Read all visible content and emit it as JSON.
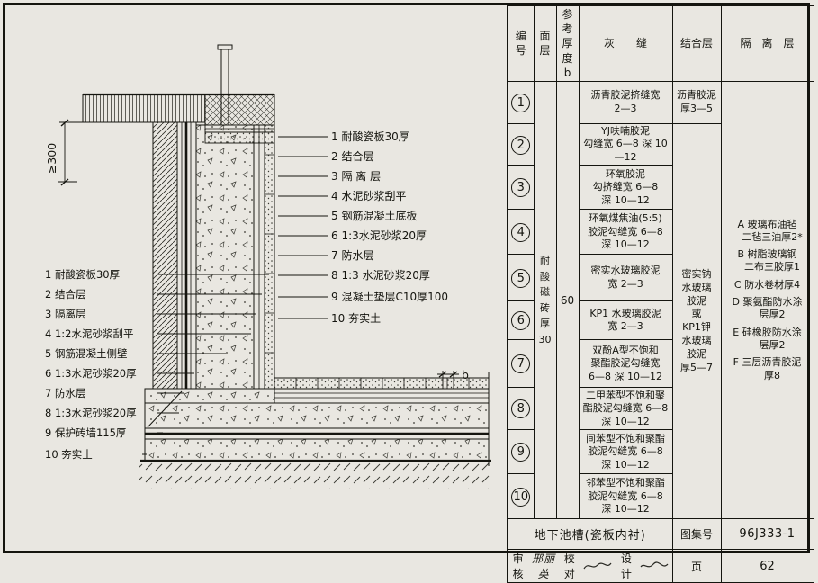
{
  "drawing": {
    "dim_min300": "≥300",
    "dim_b": "b",
    "right_labels": [
      "1 耐酸瓷板30厚",
      "2 结合层",
      "3 隔 离 层",
      "4 水泥砂浆刮平",
      "5 钢筋混凝土底板",
      "6 1:3水泥砂浆20厚",
      "7 防水层",
      "8 1:3 水泥砂浆20厚",
      "9 混凝土垫层C10厚100",
      "10 夯实土"
    ],
    "left_labels": [
      "1 耐酸瓷板30厚",
      "2 结合层",
      "3 隔离层",
      "4 1:2水泥砂浆刮平",
      "5 钢筋混凝土侧壁",
      "6 1:3水泥砂浆20厚",
      "7 防水层",
      "8 1:3水泥砂浆20厚",
      "9 保护砖墙115厚",
      "10 夯实土"
    ]
  },
  "table": {
    "headers": {
      "no": "编\n号",
      "surface": "面\n层",
      "thickness": "参考\n厚度\nb",
      "joint": "灰　　缝",
      "bonding": "结合层",
      "isolation": "隔　离　层"
    },
    "surface_value": "耐酸\n磁砖\n厚30",
    "thickness_value": "60",
    "bonding_row1": "沥青胶泥\n厚3—5",
    "bonding_merged": "密实钠\n水玻璃\n胶泥\n或\nKP1钾\n水玻璃\n胶泥\n厚5—7",
    "rows": [
      {
        "no": "1",
        "joint": "沥青胶泥挤缝宽\n2—3"
      },
      {
        "no": "2",
        "joint": "YJ呋喃胶泥\n勾缝宽 6—8 深 10\n—12"
      },
      {
        "no": "3",
        "joint": "环氧胶泥\n勾挤缝宽 6—8\n深 10—12"
      },
      {
        "no": "4",
        "joint": "环氧煤焦油(5:5)\n胶泥勾缝宽 6—8\n深 10—12"
      },
      {
        "no": "5",
        "joint": "密实水玻璃胶泥\n宽 2—3"
      },
      {
        "no": "6",
        "joint": "KP1 水玻璃胶泥\n宽 2—3"
      },
      {
        "no": "7",
        "joint": "双酚A型不饱和\n聚酯胶泥勾缝宽\n6—8 深 10—12"
      },
      {
        "no": "8",
        "joint": "二甲苯型不饱和聚\n酯胶泥勾缝宽 6—8\n深 10—12"
      },
      {
        "no": "9",
        "joint": "间苯型不饱和聚酯\n胶泥勾缝宽 6—8\n深 10—12"
      },
      {
        "no": "10",
        "joint": "邻苯型不饱和聚酯\n胶泥勾缝宽 6—8\n深 10—12"
      }
    ],
    "isolation_items": [
      "A 玻璃布油毡\n　二毡三油厚2*",
      "B 树脂玻璃钢\n　二布三胶厚1",
      "C 防水卷材厚4",
      "D 聚氨酯防水涂\n　层厚2",
      "E 硅橡胶防水涂\n　层厚2",
      "F 三层沥青胶泥\n　厚8"
    ]
  },
  "footer": {
    "title": "地下池槽(瓷板内衬)",
    "atlas_label": "图集号",
    "atlas_no": "96J333-1",
    "page_label": "页",
    "page_no": "62",
    "sig_review_label": "审核",
    "sig_review_name": "邢丽英",
    "sig_check_label": "校对",
    "sig_design_label": "设计"
  }
}
